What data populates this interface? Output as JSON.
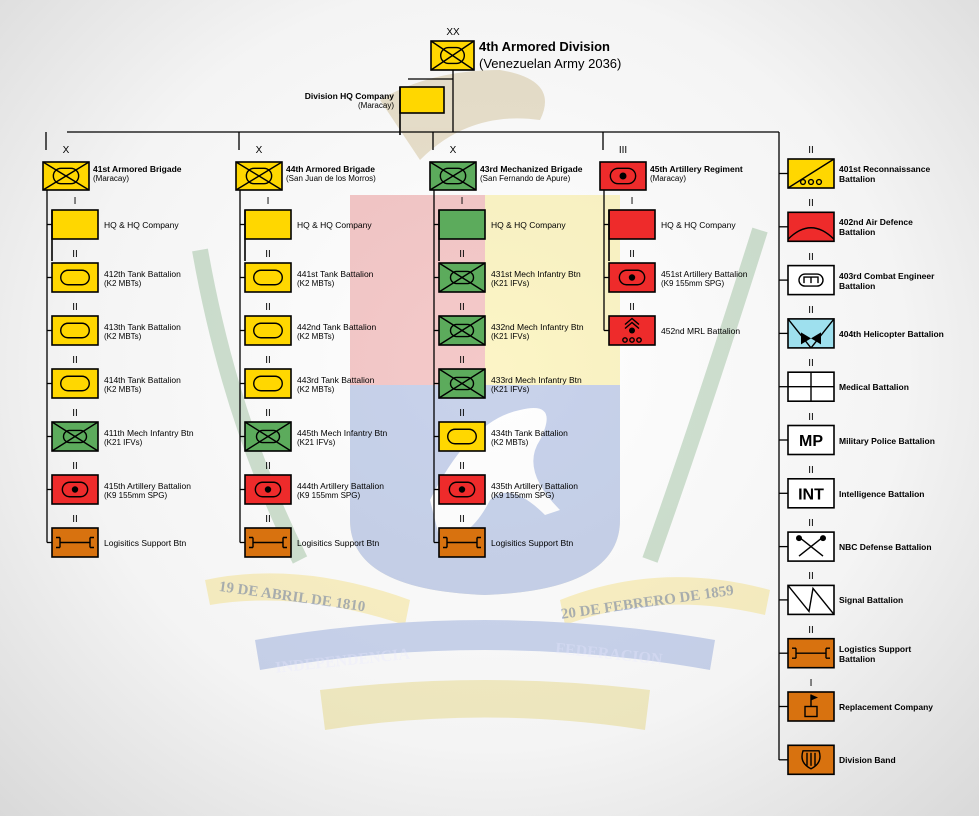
{
  "division": {
    "echelon": "XX",
    "title": "4th Armored Division",
    "subtitle": "(Venezuelan Army 2036)"
  },
  "hq": {
    "title": "Division HQ Company",
    "location": "(Maracay)"
  },
  "background": {
    "ribbon_left": "19 DE ABRIL DE 1810",
    "ribbon_right": "20 DE FEBRERO DE 1859",
    "banner_left": "INDEPENDENCIA",
    "banner_right": "FEDERACION"
  },
  "colors": {
    "armor": "#ffd700",
    "infantry": "#5cab5c",
    "artillery": "#ee2b2b",
    "logistics": "#d8720f",
    "recon": "#ffd700",
    "air_defence": "#ee2b2b",
    "helicopter": "#9ee0ee",
    "white": "#ffffff"
  },
  "columns": [
    {
      "id": "c1",
      "echelon": "X",
      "title": "41st Armored Brigade",
      "location": "(Maracay)",
      "symbol": "armor-brigade",
      "units": [
        {
          "echelon": "I",
          "label": "HQ & HQ Company",
          "sub": "",
          "symbol": "hq-yellow"
        },
        {
          "echelon": "II",
          "label": "412th Tank Battalion",
          "sub": "(K2 MBTs)",
          "symbol": "tank"
        },
        {
          "echelon": "II",
          "label": "413th Tank Battalion",
          "sub": "(K2 MBTs)",
          "symbol": "tank"
        },
        {
          "echelon": "II",
          "label": "414th Tank Battalion",
          "sub": "(K2 MBTs)",
          "symbol": "tank"
        },
        {
          "echelon": "II",
          "label": "411th Mech Infantry Btn",
          "sub": "(K21 IFVs)",
          "symbol": "mech"
        },
        {
          "echelon": "II",
          "label": "415th Artillery Battalion",
          "sub": "(K9 155mm SPG)",
          "symbol": "spg"
        },
        {
          "echelon": "II",
          "label": "Logisitics Support Btn",
          "sub": "",
          "symbol": "logistics"
        }
      ]
    },
    {
      "id": "c2",
      "echelon": "X",
      "title": "44th Armored Brigade",
      "location": "(San Juan de los Morros)",
      "symbol": "armor-brigade",
      "units": [
        {
          "echelon": "I",
          "label": "HQ & HQ Company",
          "sub": "",
          "symbol": "hq-yellow"
        },
        {
          "echelon": "II",
          "label": "441st Tank Battalion",
          "sub": "(K2 MBTs)",
          "symbol": "tank"
        },
        {
          "echelon": "II",
          "label": "442nd Tank Battalion",
          "sub": "(K2 MBTs)",
          "symbol": "tank"
        },
        {
          "echelon": "II",
          "label": "443rd Tank Battalion",
          "sub": "(K2 MBTs)",
          "symbol": "tank"
        },
        {
          "echelon": "II",
          "label": "445th Mech Infantry Btn",
          "sub": "(K21 IFVs)",
          "symbol": "mech"
        },
        {
          "echelon": "II",
          "label": "444th Artillery Battalion",
          "sub": "(K9 155mm SPG)",
          "symbol": "spg"
        },
        {
          "echelon": "II",
          "label": "Logisitics Support Btn",
          "sub": "",
          "symbol": "logistics"
        }
      ]
    },
    {
      "id": "c3",
      "echelon": "X",
      "title": "43rd Mechanized Brigade",
      "location": "(San Fernando de Apure)",
      "symbol": "mech-brigade",
      "units": [
        {
          "echelon": "I",
          "label": "HQ & HQ Company",
          "sub": "",
          "symbol": "hq-green"
        },
        {
          "echelon": "II",
          "label": "431st Mech Infantry Btn",
          "sub": "(K21 IFVs)",
          "symbol": "mech"
        },
        {
          "echelon": "II",
          "label": "432nd Mech Infantry Btn",
          "sub": "(K21 IFVs)",
          "symbol": "mech"
        },
        {
          "echelon": "II",
          "label": "433rd Mech Infantry Btn",
          "sub": "(K21 IFVs)",
          "symbol": "mech"
        },
        {
          "echelon": "II",
          "label": "434th Tank Battalion",
          "sub": "(K2 MBTs)",
          "symbol": "tank"
        },
        {
          "echelon": "II",
          "label": "435th Artillery Battalion",
          "sub": "(K9 155mm SPG)",
          "symbol": "spg"
        },
        {
          "echelon": "II",
          "label": "Logisitics Support Btn",
          "sub": "",
          "symbol": "logistics"
        }
      ]
    },
    {
      "id": "c4",
      "echelon": "III",
      "title": "45th Artillery Regiment",
      "location": "(Maracay)",
      "symbol": "artillery-regiment",
      "units": [
        {
          "echelon": "I",
          "label": "HQ & HQ Company",
          "sub": "",
          "symbol": "hq-red"
        },
        {
          "echelon": "II",
          "label": "451st Artillery Battalion",
          "sub": "(K9 155mm SPG)",
          "symbol": "spg"
        },
        {
          "echelon": "II",
          "label": "452nd MRL Battalion",
          "sub": "",
          "symbol": "mrl"
        }
      ]
    }
  ],
  "separate": [
    {
      "echelon": "II",
      "label": "401st Reconnaissance Battalion",
      "symbol": "recon"
    },
    {
      "echelon": "II",
      "label": "402nd Air Defence Battalion",
      "symbol": "air-defence"
    },
    {
      "echelon": "II",
      "label": "403rd Combat Engineer Battalion",
      "symbol": "engineer"
    },
    {
      "echelon": "II",
      "label": "404th Helicopter Battalion",
      "symbol": "helicopter"
    },
    {
      "echelon": "II",
      "label": "Medical Battalion",
      "symbol": "medical"
    },
    {
      "echelon": "II",
      "label": "Military Police Battalion",
      "symbol": "mp",
      "text": "MP"
    },
    {
      "echelon": "II",
      "label": "Intelligence Battalion",
      "symbol": "int",
      "text": "INT"
    },
    {
      "echelon": "II",
      "label": "NBC Defense Battalion",
      "symbol": "nbc"
    },
    {
      "echelon": "II",
      "label": "Signal Battalion",
      "symbol": "signal"
    },
    {
      "echelon": "II",
      "label": "Logistics Support Battalion",
      "symbol": "logistics"
    },
    {
      "echelon": "I",
      "label": "Replacement Company",
      "symbol": "replacement"
    },
    {
      "echelon": "",
      "label": "Division Band",
      "symbol": "band"
    }
  ]
}
